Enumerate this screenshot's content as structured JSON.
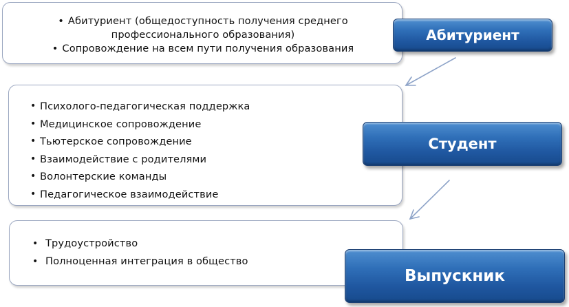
{
  "blocks": [
    {
      "label": "Абитуриент",
      "items": [
        "Абитуриент (общедоступность получения среднего",
        "профессионального образования)",
        "Сопровождение на всем пути получения образования"
      ]
    },
    {
      "label": "Студент",
      "items": [
        "Психолого-педагогическая поддержка",
        "Медицинское сопровождение",
        "Тьютерское сопровождение",
        "Взаимодействие с родителями",
        "Волонтерские команды",
        "Педагогическое взаимодействие"
      ]
    },
    {
      "label": "Выпускник",
      "items": [
        "Трудоустройство",
        "Полноценная интеграция в общество"
      ]
    }
  ],
  "colors": {
    "stage_fill": "#2f6fb8",
    "box_border": "#9aa6c0",
    "arrow": "#8da3c8"
  }
}
